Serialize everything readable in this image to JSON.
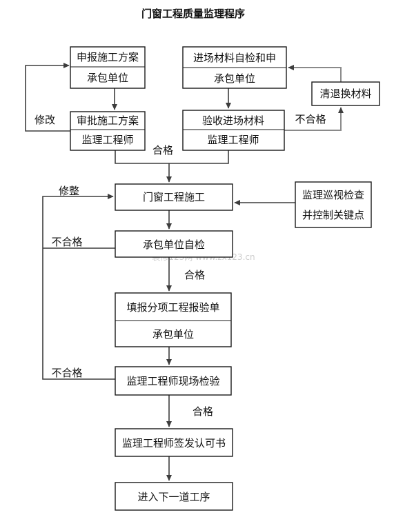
{
  "title": "门窗工程质量监理程序",
  "watermark": "装修123网 www.zx123.cn",
  "nodes": {
    "declare_plan": {
      "line1": "申报施工方案",
      "line2": "承包单位"
    },
    "approve_plan": {
      "line1": "审批施工方案",
      "line2": "监理工程师"
    },
    "material_self_check": {
      "line1": "进场材料自检和申",
      "line2": "承包单位"
    },
    "accept_material": {
      "line1": "验收进场材料",
      "line2": "监理工程师"
    },
    "return_material": {
      "label": "清退换材料"
    },
    "construction": {
      "label": "门窗工程施工"
    },
    "patrol_inspect": {
      "line1": "监理巡视检查",
      "line2": "并控制关键点"
    },
    "contractor_self_check": {
      "label": "承包单位自检"
    },
    "fill_report": {
      "line1": "填报分项工程报验单",
      "line2": "承包单位"
    },
    "site_inspection": {
      "label": "监理工程师现场检验"
    },
    "issue_approval": {
      "label": "监理工程师签发认可书"
    },
    "next_process": {
      "label": "进入下一道工序"
    }
  },
  "labels": {
    "modify": "修改",
    "qualified_top": "合格",
    "unqualified_top": "不合格",
    "rectify": "修整",
    "unqualified_mid": "不合格",
    "qualified_mid": "合格",
    "unqualified_lower": "不合格",
    "qualified_bottom": "合格"
  },
  "colors": {
    "bg": "#ffffff",
    "border": "#1a1a1a",
    "text": "#111111",
    "line": "#3d3d3d",
    "line_gray": "#8a8a8a",
    "watermark": "#cccccc"
  }
}
